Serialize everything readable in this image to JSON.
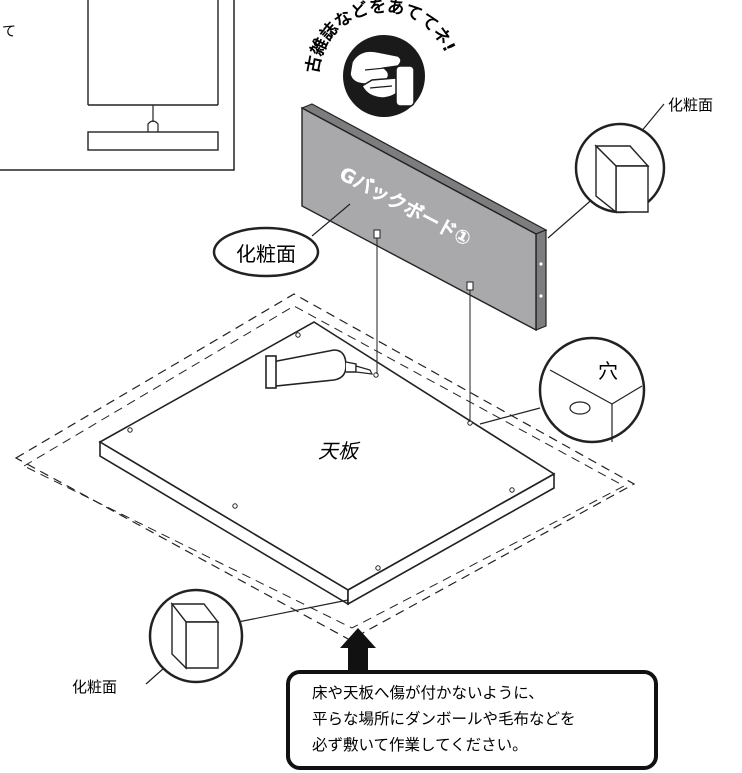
{
  "inset": {
    "glyph": "て"
  },
  "stamp": {
    "text": "古雑誌などをあててネ!"
  },
  "panel": {
    "label": "Gバックボード①",
    "finish_label": "化粧面"
  },
  "callouts": {
    "top_right": "化粧面",
    "hole": "穴",
    "bottom_left": "化粧面"
  },
  "board": {
    "label": "天板"
  },
  "note": {
    "line1": "床や天板へ傷が付かないように、",
    "line2": "平らな場所にダンボールや毛布などを",
    "line3": "必ず敷いて作業してください。"
  },
  "colors": {
    "panel_face": "#a9a9ab",
    "panel_edge": "#7d7d80",
    "stamp_bg": "#1a1a1a",
    "line": "#222222"
  }
}
